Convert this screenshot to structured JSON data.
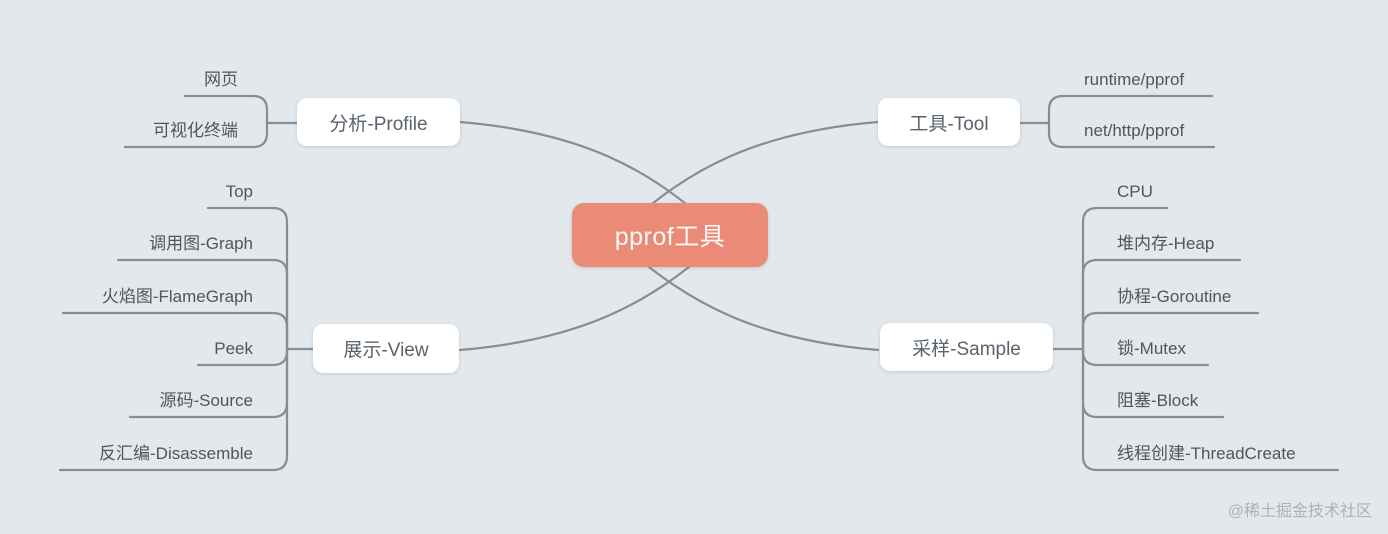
{
  "root": {
    "label": "pprof工具"
  },
  "branches": [
    {
      "label": "分析-Profile",
      "position": "top-left",
      "children": [
        "网页",
        "可视化终端"
      ]
    },
    {
      "label": "工具-Tool",
      "position": "top-right",
      "children": [
        "runtime/pprof",
        "net/http/pprof"
      ]
    },
    {
      "label": "展示-View",
      "position": "bottom-left",
      "children": [
        "Top",
        "调用图-Graph",
        "火焰图-FlameGraph",
        "Peek",
        "源码-Source",
        "反汇编-Disassemble"
      ]
    },
    {
      "label": "采样-Sample",
      "position": "bottom-right",
      "children": [
        "CPU",
        "堆内存-Heap",
        "协程-Goroutine",
        "锁-Mutex",
        "阻塞-Block",
        "线程创建-ThreadCreate"
      ]
    }
  ],
  "watermark": "@稀土掘金技术社区",
  "colors": {
    "background": "#e2e8ec",
    "line": "#848e96",
    "root_bg": "#e98b76",
    "root_text": "#fdf7f5",
    "node_bg": "#ffffff",
    "node_text": "#59636d",
    "leaf_text": "#4e565e",
    "watermark": "#a9b3ba"
  }
}
